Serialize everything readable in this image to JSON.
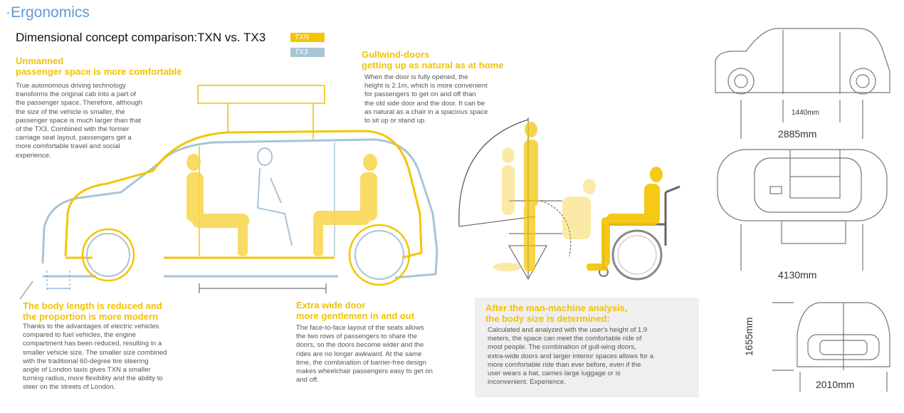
{
  "header": {
    "section": "·Ergonomics",
    "title": "Dimensional concept comparison:TXN vs. TX3"
  },
  "legend": [
    {
      "label": "TXN",
      "color": "#f5c400"
    },
    {
      "label": "TX3",
      "color": "#a9c4d4"
    }
  ],
  "blocks": {
    "passenger": {
      "heading1": "Unmanned",
      "heading2": "passenger space is more comfortable",
      "lines": [
        "True autonomous driving technology",
        "transforms the original cab into a part of",
        "the passenger space. Therefore, although",
        "the size of the vehicle is smaller, the",
        "passenger space is much larger than that",
        "of the TX3. Combined with the former",
        "carriage seat layout, passengers get a",
        "more comfortable travel and social",
        "experience."
      ]
    },
    "gullwing": {
      "heading1": "Gullwind-doors",
      "heading2": "getting up as natural as at home",
      "lines": [
        "When the door is fully opened, the",
        "height is 2.1m, which is more convenient",
        "for passengers to get on and off than",
        "the old side door and the door. It can be",
        "as natural as a chair in a spacious space",
        "to sit up or stand up."
      ]
    },
    "bodylength": {
      "heading1": "The body length is reduced and",
      "heading2": " the proportion is more modern",
      "lines": [
        "Thanks to the advantages of electric vehicles",
        "compared to fuel vehicles, the engine",
        "compartment has been reduced, resulting in a",
        "smaller vehicle size. The smaller size combined",
        "with the traditional 60-degree tire steering",
        "angle of London taxis gives TXN a smaller",
        "turning radius, more flexibility and the ability to",
        "steer on the streets of London."
      ]
    },
    "widedoor": {
      "heading1": "Extra wide door",
      "heading2": "more gentlemen in and out",
      "lines": [
        "The face-to-face layout of the seats allows",
        "the two rows of passengers to share the",
        "doors, so the doors become wider and the",
        "rides are no longer awkward. At the same",
        "time, the combination of barrier-free design",
        "makes wheelchair passengers easy to get on",
        "and off."
      ]
    },
    "analysis": {
      "heading1": "After the man-machine analysis,",
      "heading2": " the body size is determined:",
      "lines": [
        "Calculated and analyzed with the user's height of 1.9",
        "meters, the space can meet the comfortable ride of",
        "most people. The combination of gull-wing doors,",
        "extra-wide doors and larger interior spaces allows for a",
        "more comfortable ride than ever before, even if the",
        "user wears a hat, carries large luggage or is",
        "inconvenient. Experience."
      ]
    }
  },
  "dimensions": {
    "side_inner": "1440mm",
    "side_length": "2885mm",
    "top_length": "4130mm",
    "front_height": "1655mm",
    "front_width": "2010mm"
  }
}
